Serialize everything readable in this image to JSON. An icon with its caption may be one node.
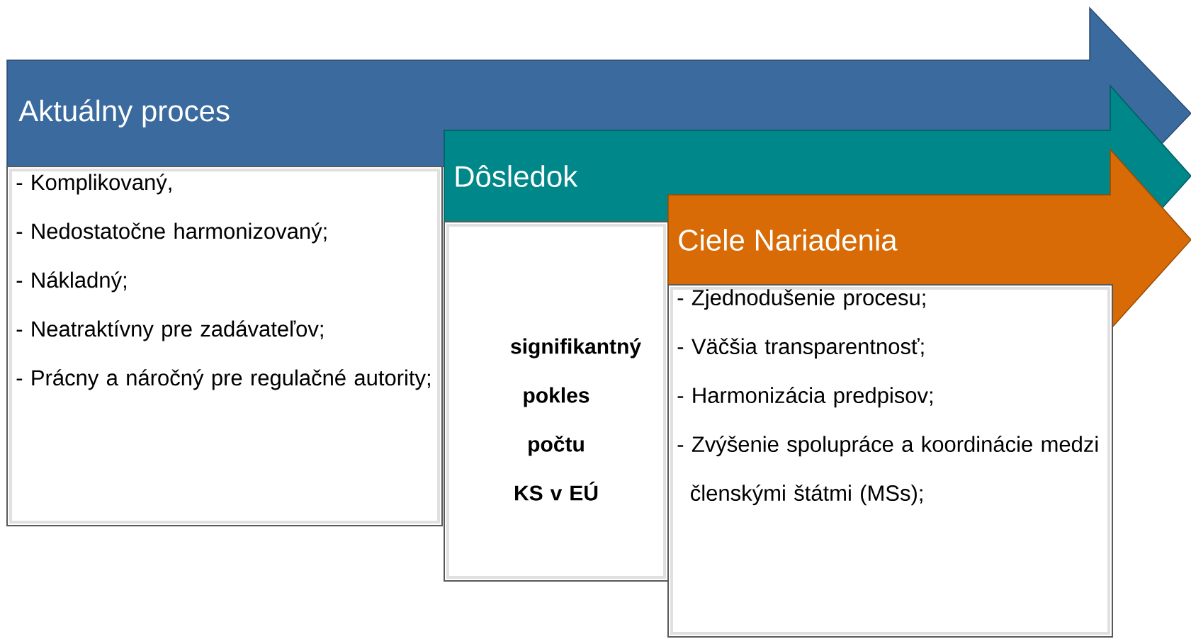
{
  "diagram": {
    "nodes": [
      {
        "text": [
          "Aktuálny proces"
        ]
      },
      {
        "text": [
          "- Komplikovaný,",
          "- Nedostatočne harmonizovaný;",
          "- Nákladný;",
          "- Neatraktívny pre zadávateľov;",
          "- Prácny a náročný pre regulačné autority;"
        ]
      },
      {
        "text": [
          "Dôsledok"
        ]
      },
      {
        "text": [
          "signifikantný pokles počtu KS v EÚ"
        ]
      },
      {
        "text": [
          "Ciele Nariadenia"
        ]
      },
      {
        "text": [
          "- Zjednodušenie procesu;",
          "- Väčšia transparentnosť;",
          "- Harmonizácia  predpisov;",
          "- Zvýšenie spolupráce a koordinácie medzi členskými štátmi (MSs);"
        ]
      }
    ]
  }
}
